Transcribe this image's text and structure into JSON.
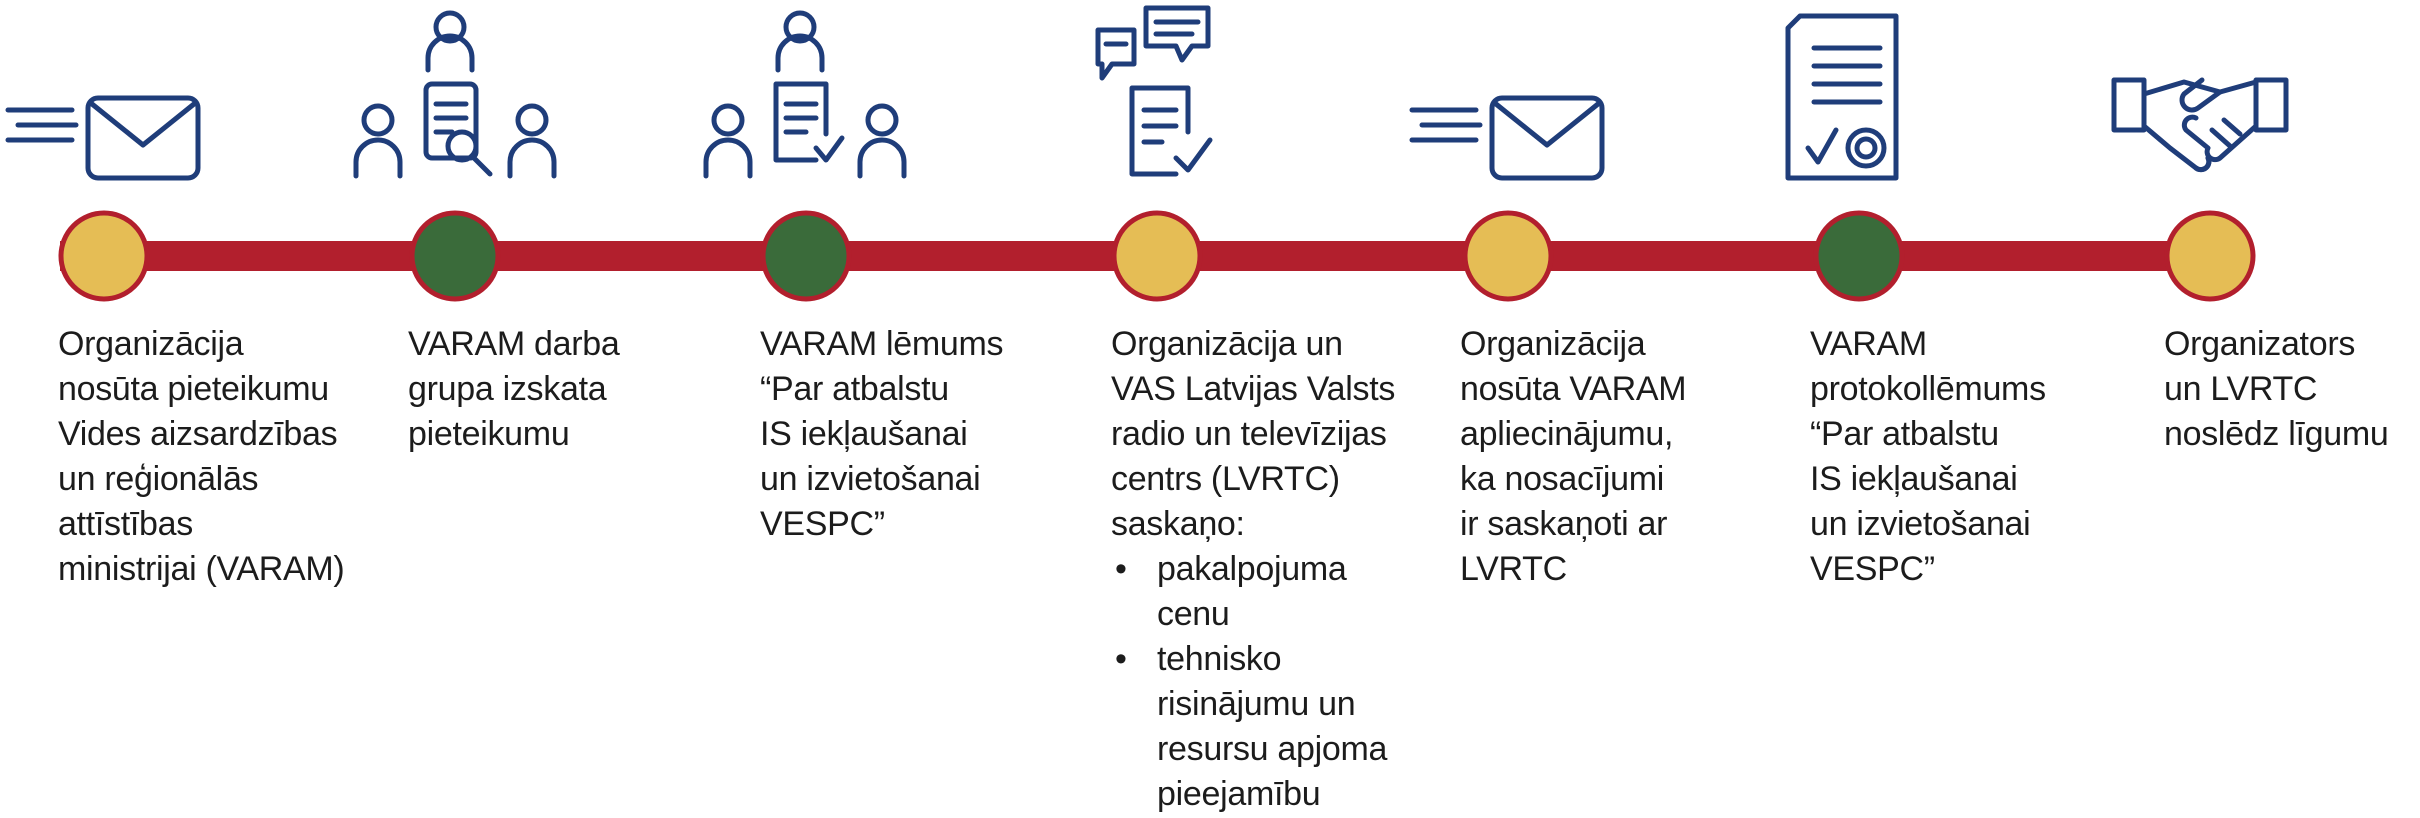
{
  "colors": {
    "line": "#b21f2d",
    "node_yellow": "#e5bd55",
    "node_green": "#3a6b3a",
    "node_border": "#b21f2d",
    "icon": "#1f3d7a"
  },
  "steps": [
    {
      "node_color": "yellow",
      "icon": "email-icon",
      "lines": [
        "Organizācija",
        "nosūta pieteikumu",
        "Vides aizsardzības",
        "un reģionālās",
        "attīstības",
        "ministrijai (VARAM)"
      ]
    },
    {
      "node_color": "green",
      "icon": "document-review-icon",
      "lines": [
        "VARAM darba",
        "grupa izskata",
        "pieteikumu"
      ]
    },
    {
      "node_color": "green",
      "icon": "document-approval-icon",
      "lines": [
        "VARAM lēmums",
        "“Par atbalstu",
        "IS iekļaušanai",
        "un izvietošanai",
        "VESPC”"
      ]
    },
    {
      "node_color": "yellow",
      "icon": "discussion-document-icon",
      "lines": [
        "Organizācija un",
        "VAS Latvijas Valsts",
        "radio un televīzijas",
        "centrs (LVRTC)",
        "saskaņo:"
      ],
      "bullets": [
        [
          "pakalpojuma",
          "cenu"
        ],
        [
          "tehnisko",
          "risinājumu un",
          "resursu apjoma",
          "pieejamību"
        ]
      ]
    },
    {
      "node_color": "yellow",
      "icon": "email-icon",
      "lines": [
        "Organizācija",
        "nosūta VARAM",
        "apliecinājumu,",
        "ka nosacījumi",
        "ir saskaņoti ar",
        "LVRTC"
      ]
    },
    {
      "node_color": "green",
      "icon": "certificate-icon",
      "lines": [
        "VARAM",
        "protokollēmums",
        "“Par atbalstu",
        "IS iekļaušanai",
        "un izvietošanai",
        "VESPC”"
      ]
    },
    {
      "node_color": "yellow",
      "icon": "handshake-icon",
      "lines": [
        "Organizators",
        "un LVRTC",
        "noslēdz līgumu"
      ]
    }
  ]
}
